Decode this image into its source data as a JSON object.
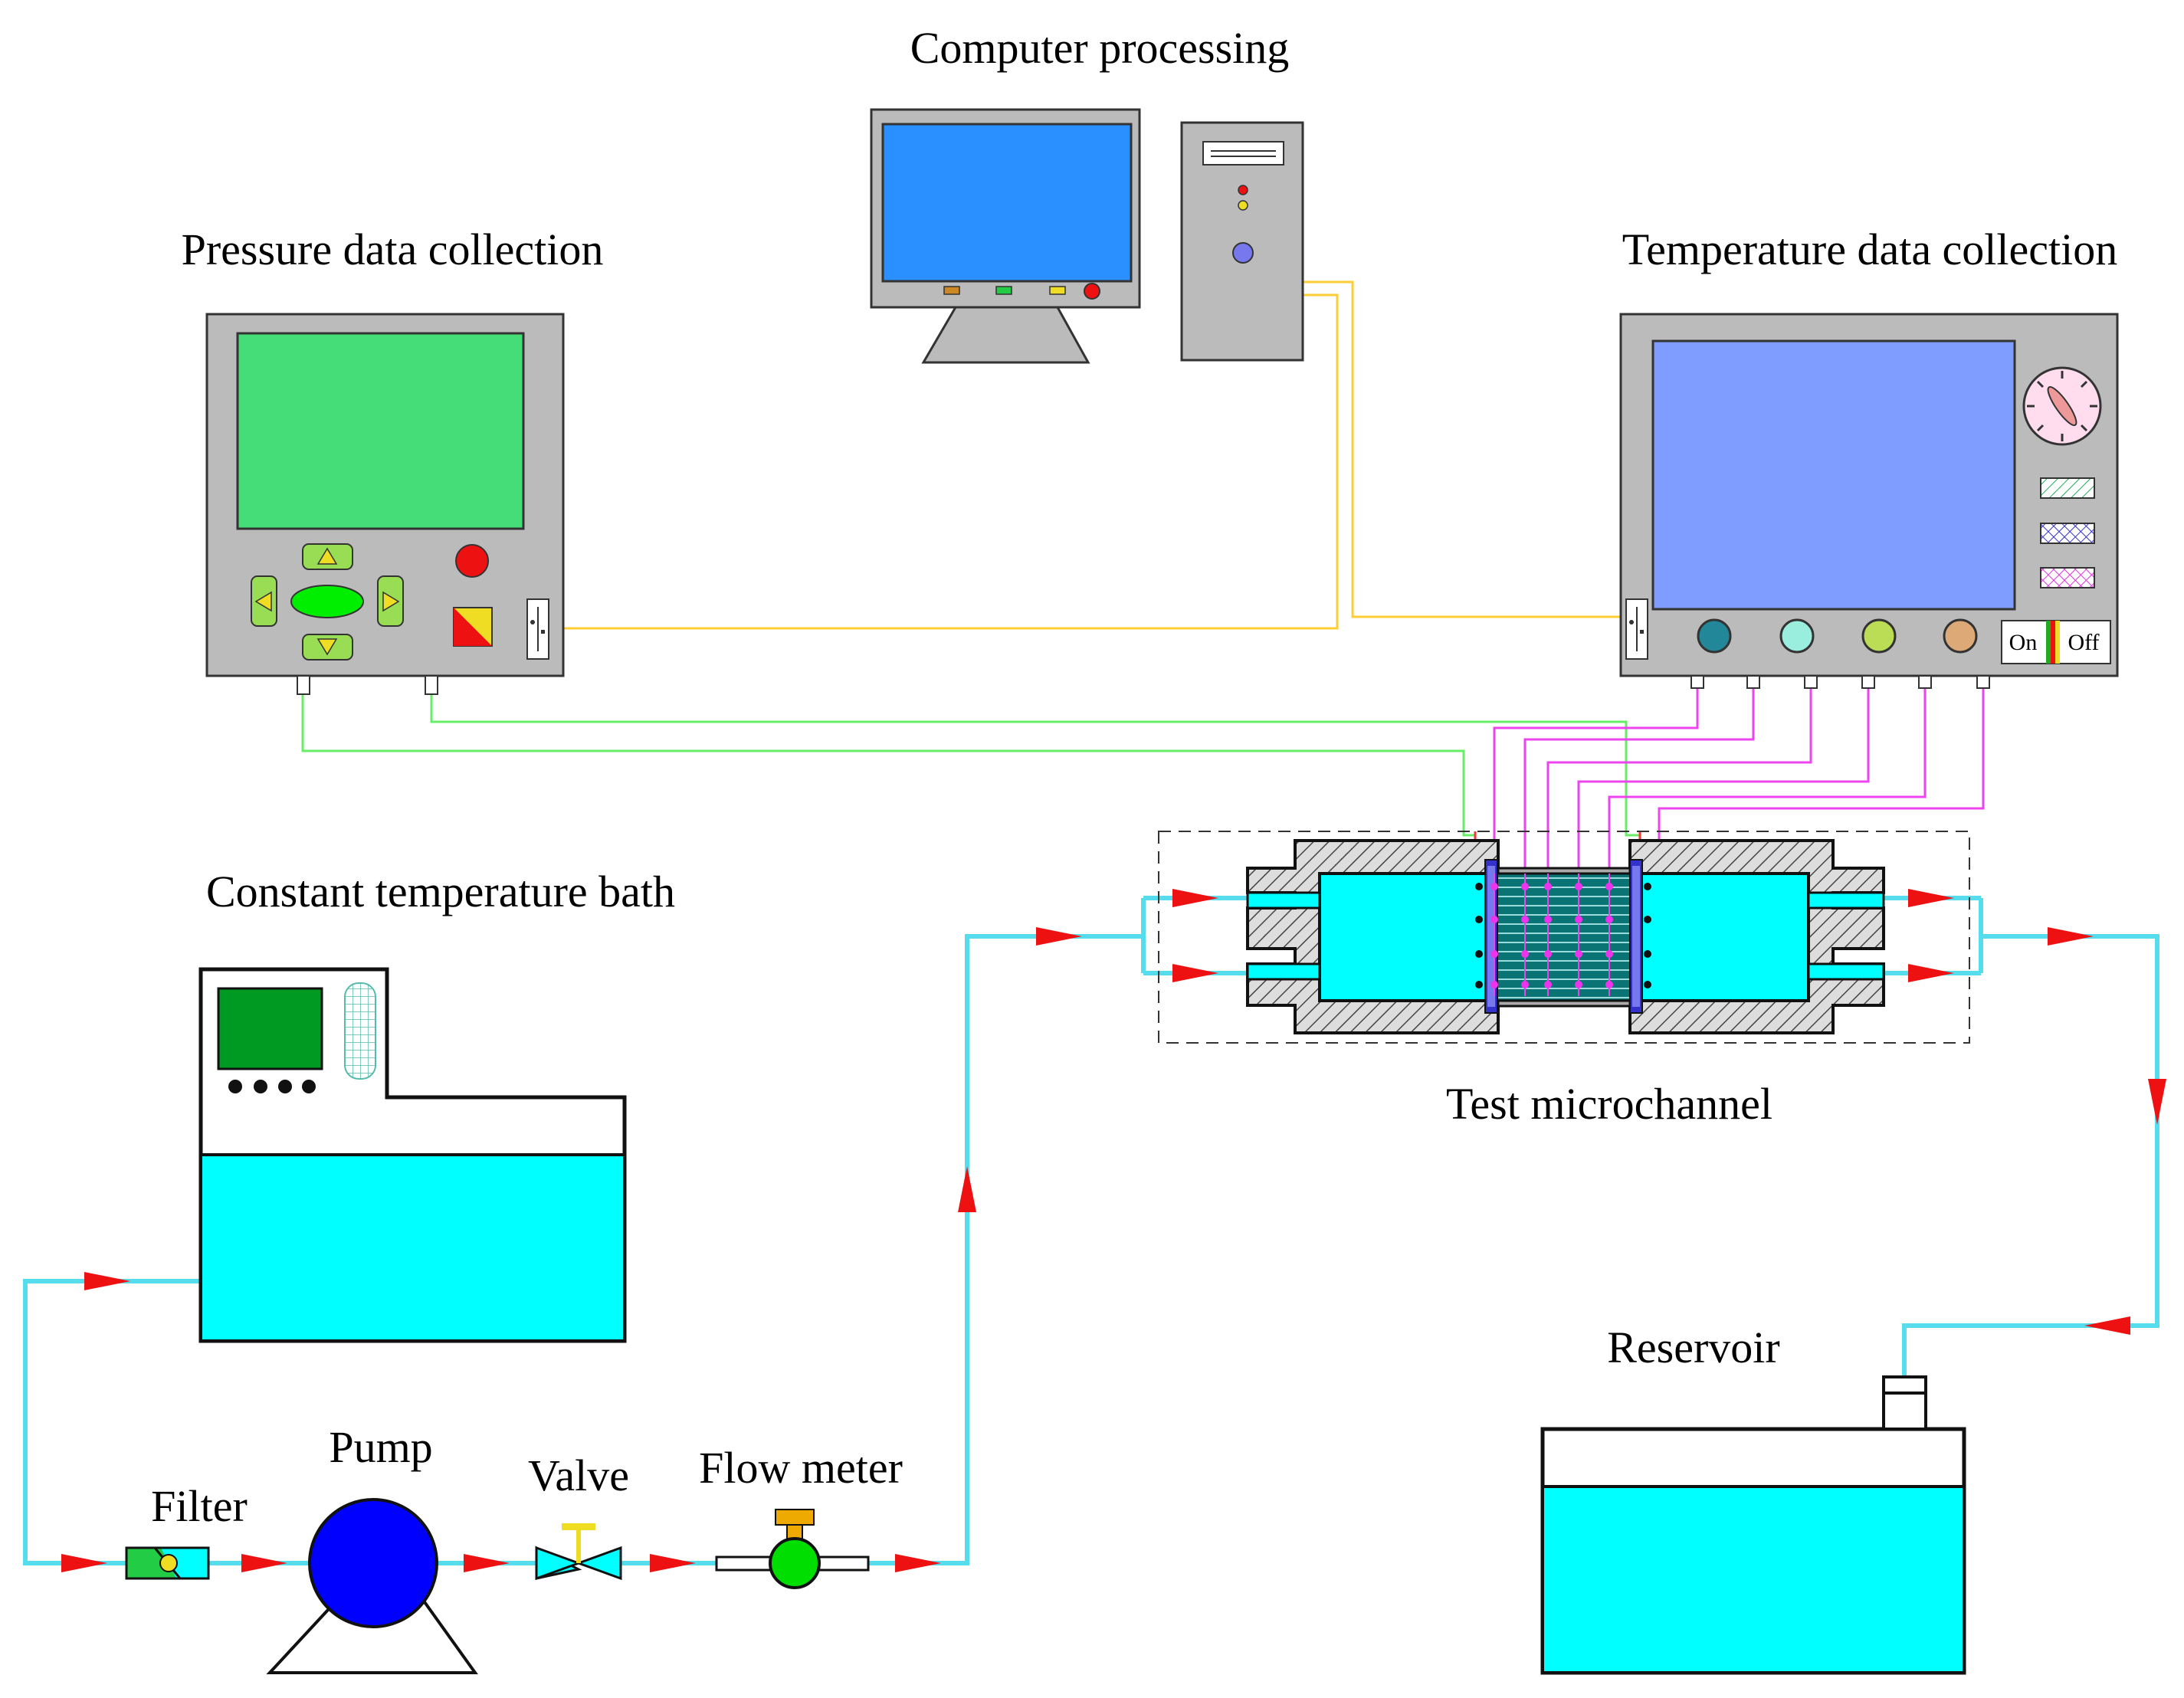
{
  "labels": {
    "computer": "Computer processing",
    "pressure": "Pressure data collection",
    "temperature": "Temperature data collection",
    "bath": "Constant temperature bath",
    "test": "Test microchannel",
    "reservoir": "Reservoir",
    "filter": "Filter",
    "pump": "Pump",
    "valve": "Valve",
    "flow_meter": "Flow meter"
  },
  "switch": {
    "on": "On",
    "off": "Off"
  },
  "colors": {
    "water": "#00ffff",
    "pipe": "#55ddee",
    "flow_arrow": "#ee1111",
    "signal_wire": "#ffcc33",
    "pressure_wire": "#66ee66",
    "thermocouple_wire": "#ee44ee",
    "device_body": "#bbbbbb",
    "pressure_screen": "#44dd77",
    "temperature_screen": "#7f9cff",
    "monitor_screen": "#2a8fff",
    "pump": "#0000ff",
    "flow_meter": "#00dd00",
    "bath_display": "#009922"
  },
  "icons": [
    "usb-icon",
    "dial-gauge-icon",
    "knob-icon",
    "arrow-button-icon",
    "flow-arrow-icon"
  ]
}
